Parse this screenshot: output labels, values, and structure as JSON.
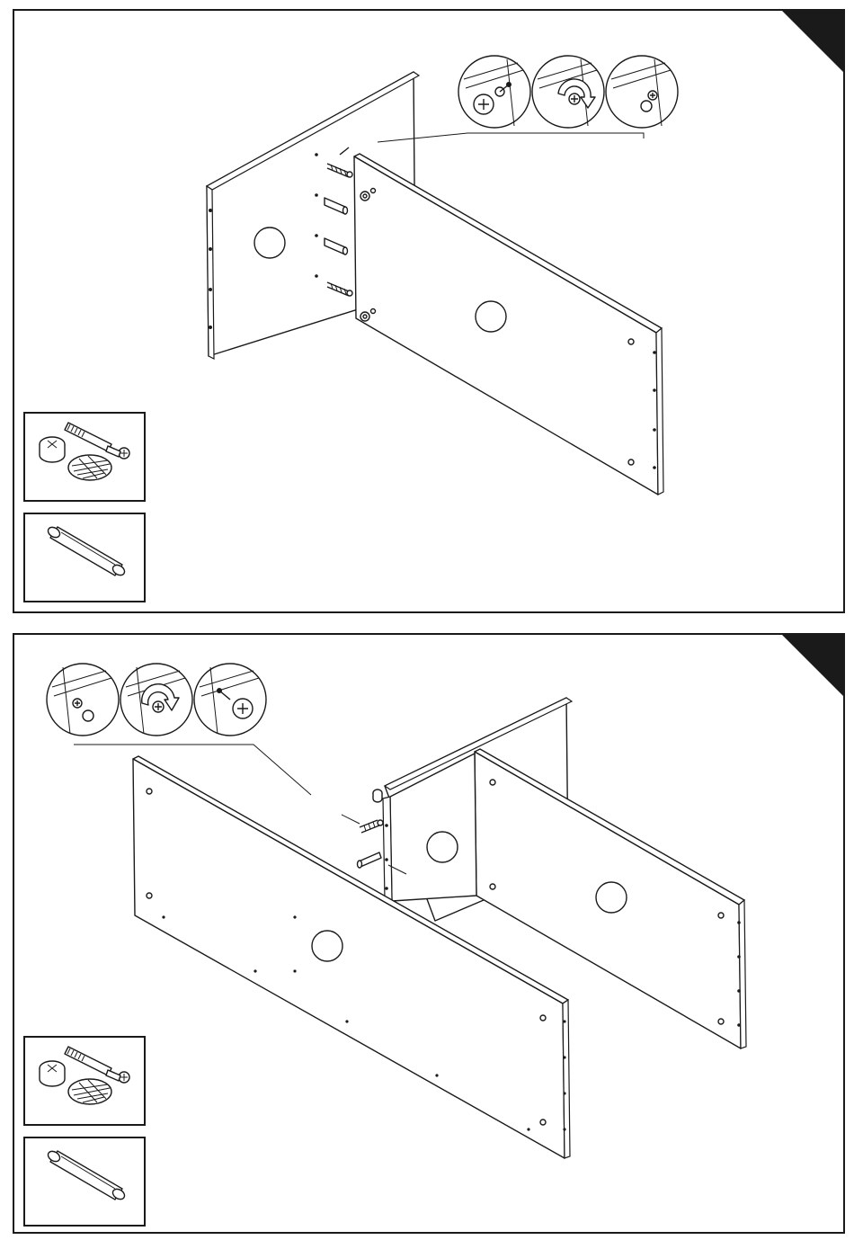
{
  "colors": {
    "line": "#1a1a1a",
    "background": "#ffffff"
  },
  "steps": [
    {
      "number": "",
      "detail_sequence": [
        "tighten-cam-lock",
        "rotate-cam-clockwise",
        "insert-bolt-in-hole"
      ],
      "parts": [
        {
          "name": "cam-lock-and-bolt",
          "quantity": ""
        },
        {
          "name": "wooden-dowel",
          "quantity": ""
        }
      ]
    },
    {
      "number": "",
      "detail_sequence": [
        "insert-bolt-in-hole",
        "rotate-cam-clockwise",
        "tighten-cam-lock"
      ],
      "parts": [
        {
          "name": "cam-lock-and-bolt",
          "quantity": ""
        },
        {
          "name": "wooden-dowel",
          "quantity": ""
        }
      ]
    }
  ]
}
